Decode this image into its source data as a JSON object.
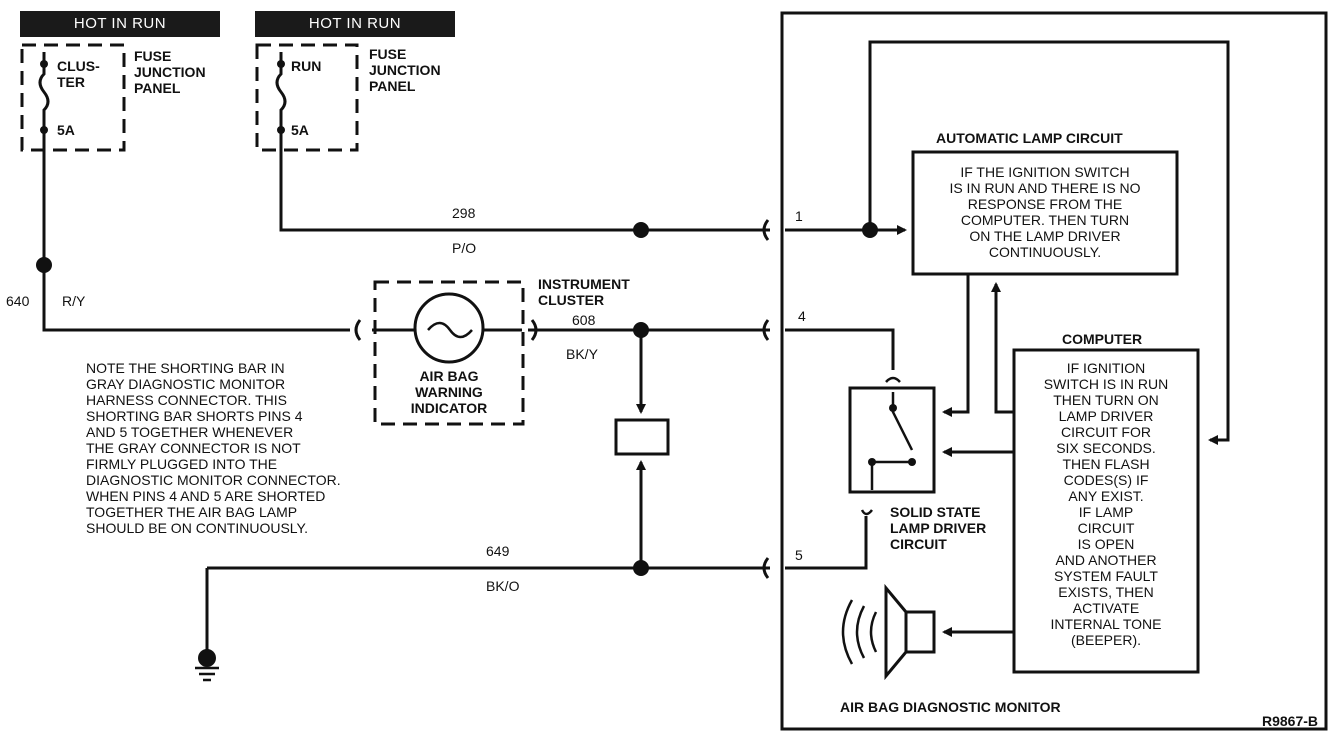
{
  "fuse_left": {
    "header": "HOT IN RUN",
    "fuse_name": "CLUS-\nTER",
    "rating": "5A",
    "panel": "FUSE\nJUNCTION\nPANEL"
  },
  "fuse_right": {
    "header": "HOT IN RUN",
    "fuse_name": "RUN",
    "rating": "5A",
    "panel": "FUSE\nJUNCTION\nPANEL"
  },
  "wires": {
    "w298": {
      "number": "298",
      "color": "P/O"
    },
    "w640": {
      "number": "640",
      "color": "R/Y"
    },
    "w608": {
      "number": "608",
      "color": "BK/Y"
    },
    "w649": {
      "number": "649",
      "color": "BK/O"
    }
  },
  "pins": {
    "p1": "1",
    "p4": "4",
    "p5": "5"
  },
  "instrument_cluster": {
    "title": "INSTRUMENT\nCLUSTER",
    "indicator": "AIR BAG\nWARNING\nINDICATOR"
  },
  "note": "NOTE THE SHORTING BAR IN\nGRAY DIAGNOSTIC MONITOR\nHARNESS CONNECTOR. THIS\nSHORTING BAR SHORTS PINS 4\nAND 5 TOGETHER WHENEVER\nTHE GRAY CONNECTOR IS NOT\nFIRMLY PLUGGED INTO THE\nDIAGNOSTIC MONITOR CONNECTOR.\nWHEN PINS 4 AND 5 ARE SHORTED\nTOGETHER THE AIR BAG LAMP\nSHOULD BE ON CONTINUOUSLY.",
  "auto_lamp": {
    "title": "AUTOMATIC LAMP CIRCUIT",
    "text": "IF THE IGNITION SWITCH\nIS IN RUN AND THERE IS NO\nRESPONSE FROM THE\nCOMPUTER. THEN TURN\nON THE LAMP DRIVER\nCONTINUOUSLY."
  },
  "computer": {
    "title": "COMPUTER",
    "text": "IF IGNITION\nSWITCH IS IN RUN\nTHEN TURN ON\nLAMP DRIVER\nCIRCUIT FOR\nSIX SECONDS.\nTHEN FLASH\nCODES(S) IF\nANY EXIST.\nIF LAMP\nCIRCUIT\nIS OPEN\nAND ANOTHER\nSYSTEM FAULT\nEXISTS, THEN\nACTIVATE\nINTERNAL TONE\n(BEEPER)."
  },
  "lamp_driver": {
    "label": "SOLID STATE\nLAMP DRIVER\nCIRCUIT"
  },
  "monitor": {
    "label": "AIR BAG DIAGNOSTIC MONITOR"
  },
  "figure_id": "R9867-B"
}
